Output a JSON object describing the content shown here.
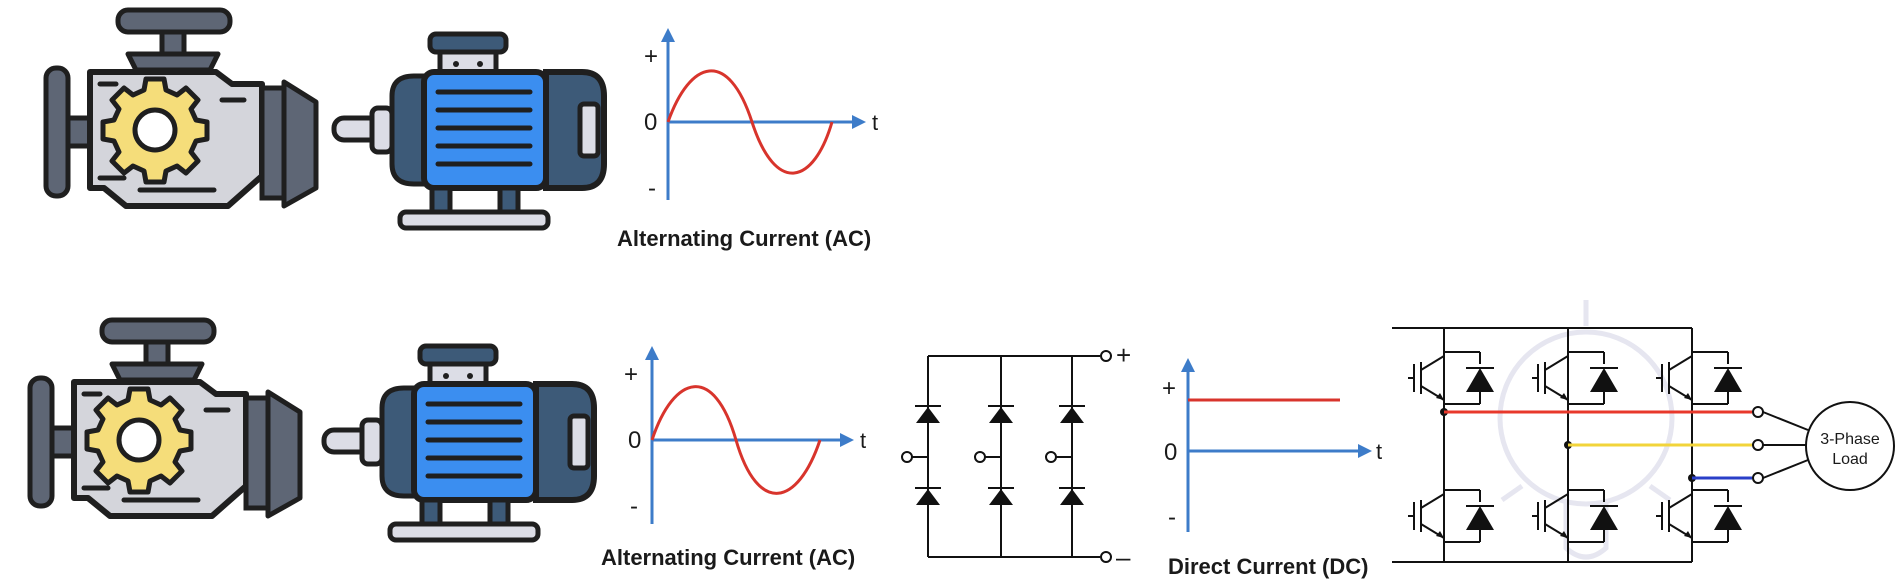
{
  "colors": {
    "engine_body": "#d4d5db",
    "engine_dark": "#5e6675",
    "gear": "#f5dd7a",
    "motor_blue": "#3b8ef0",
    "motor_dark": "#3d5a78",
    "motor_light": "#dcdde6",
    "outline": "#1f1f1f",
    "axis": "#3d7cc9",
    "sine": "#d8342c",
    "dc_line": "#d8342c",
    "phase_red": "#e8382b",
    "phase_yellow": "#f2d43a",
    "phase_blue": "#2a3fc8",
    "watermark": "#e6e6f0"
  },
  "row1": {
    "engine_icon": "engine-icon",
    "motor_icon": "electric-motor-icon",
    "ac_graph": {
      "plus": "+",
      "zero": "0",
      "minus": "-",
      "t": "t",
      "caption": "Alternating Current (AC)"
    }
  },
  "row2": {
    "engine_icon": "engine-icon",
    "motor_icon": "electric-motor-icon",
    "ac_graph": {
      "plus": "+",
      "zero": "0",
      "minus": "-",
      "t": "t",
      "caption": "Alternating Current (AC)"
    },
    "rectifier": {
      "plus_terminal": "+",
      "minus_terminal": "–"
    },
    "dc_graph": {
      "plus": "+",
      "zero": "0",
      "minus": "-",
      "t": "t",
      "caption": "Direct Current (DC)"
    },
    "inverter": {
      "load_label_line1": "3-Phase",
      "load_label_line2": "Load"
    }
  }
}
